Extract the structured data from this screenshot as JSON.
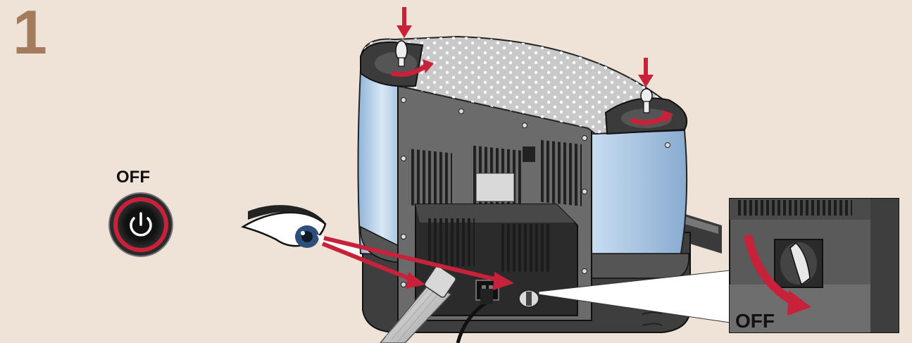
{
  "step": {
    "number": "1"
  },
  "power_button": {
    "label": "OFF"
  },
  "inset": {
    "label": "OFF"
  },
  "colors": {
    "background": "#efe2d6",
    "step_number": "#a37c5d",
    "arrow_red": "#c8223a",
    "body_dark": "#4a4a4a",
    "side_panel_blue": "#bcd6ef"
  },
  "icons": [
    "power-icon",
    "eye-icon",
    "key-icon",
    "arrow-down-icon",
    "rotate-arrow-icon"
  ]
}
